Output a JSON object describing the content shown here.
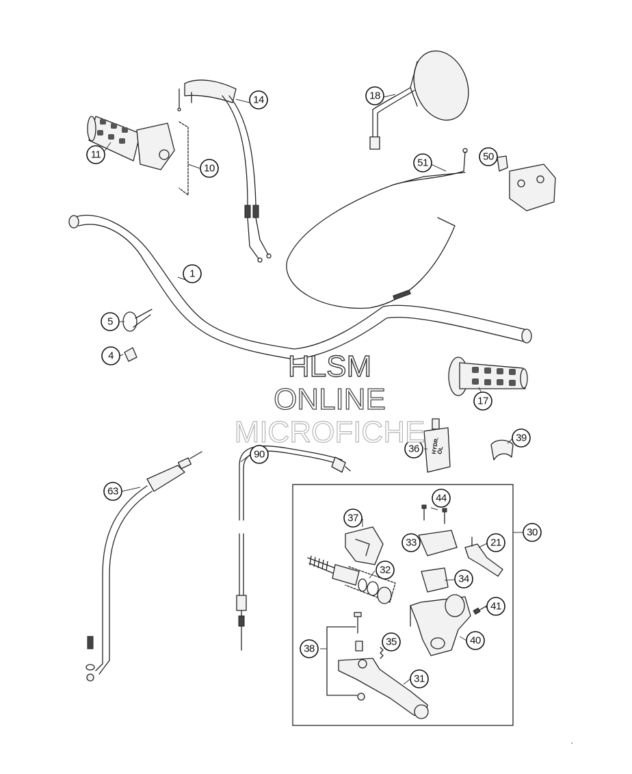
{
  "callouts": {
    "c1": "1",
    "c4": "4",
    "c5": "5",
    "c10": "10",
    "c11": "11",
    "c14": "14",
    "c17": "17",
    "c18": "18",
    "c21": "21",
    "c30": "30",
    "c31": "31",
    "c32": "32",
    "c33": "33",
    "c34": "34",
    "c35": "35",
    "c36": "36",
    "c37": "37",
    "c38": "38",
    "c39": "39",
    "c40": "40",
    "c41": "41",
    "c44": "44",
    "c50": "50",
    "c51": "51",
    "c63": "63",
    "c90": "90"
  },
  "watermark": {
    "line1": "HLSM",
    "line2": "ONLINE",
    "line3": "MICROFICHE"
  },
  "bottle_label": {
    "line1": "HYDR.",
    "line2": "ÖL"
  },
  "colors": {
    "line": "#222222",
    "fill": "#f2f2f2",
    "background": "#ffffff"
  }
}
